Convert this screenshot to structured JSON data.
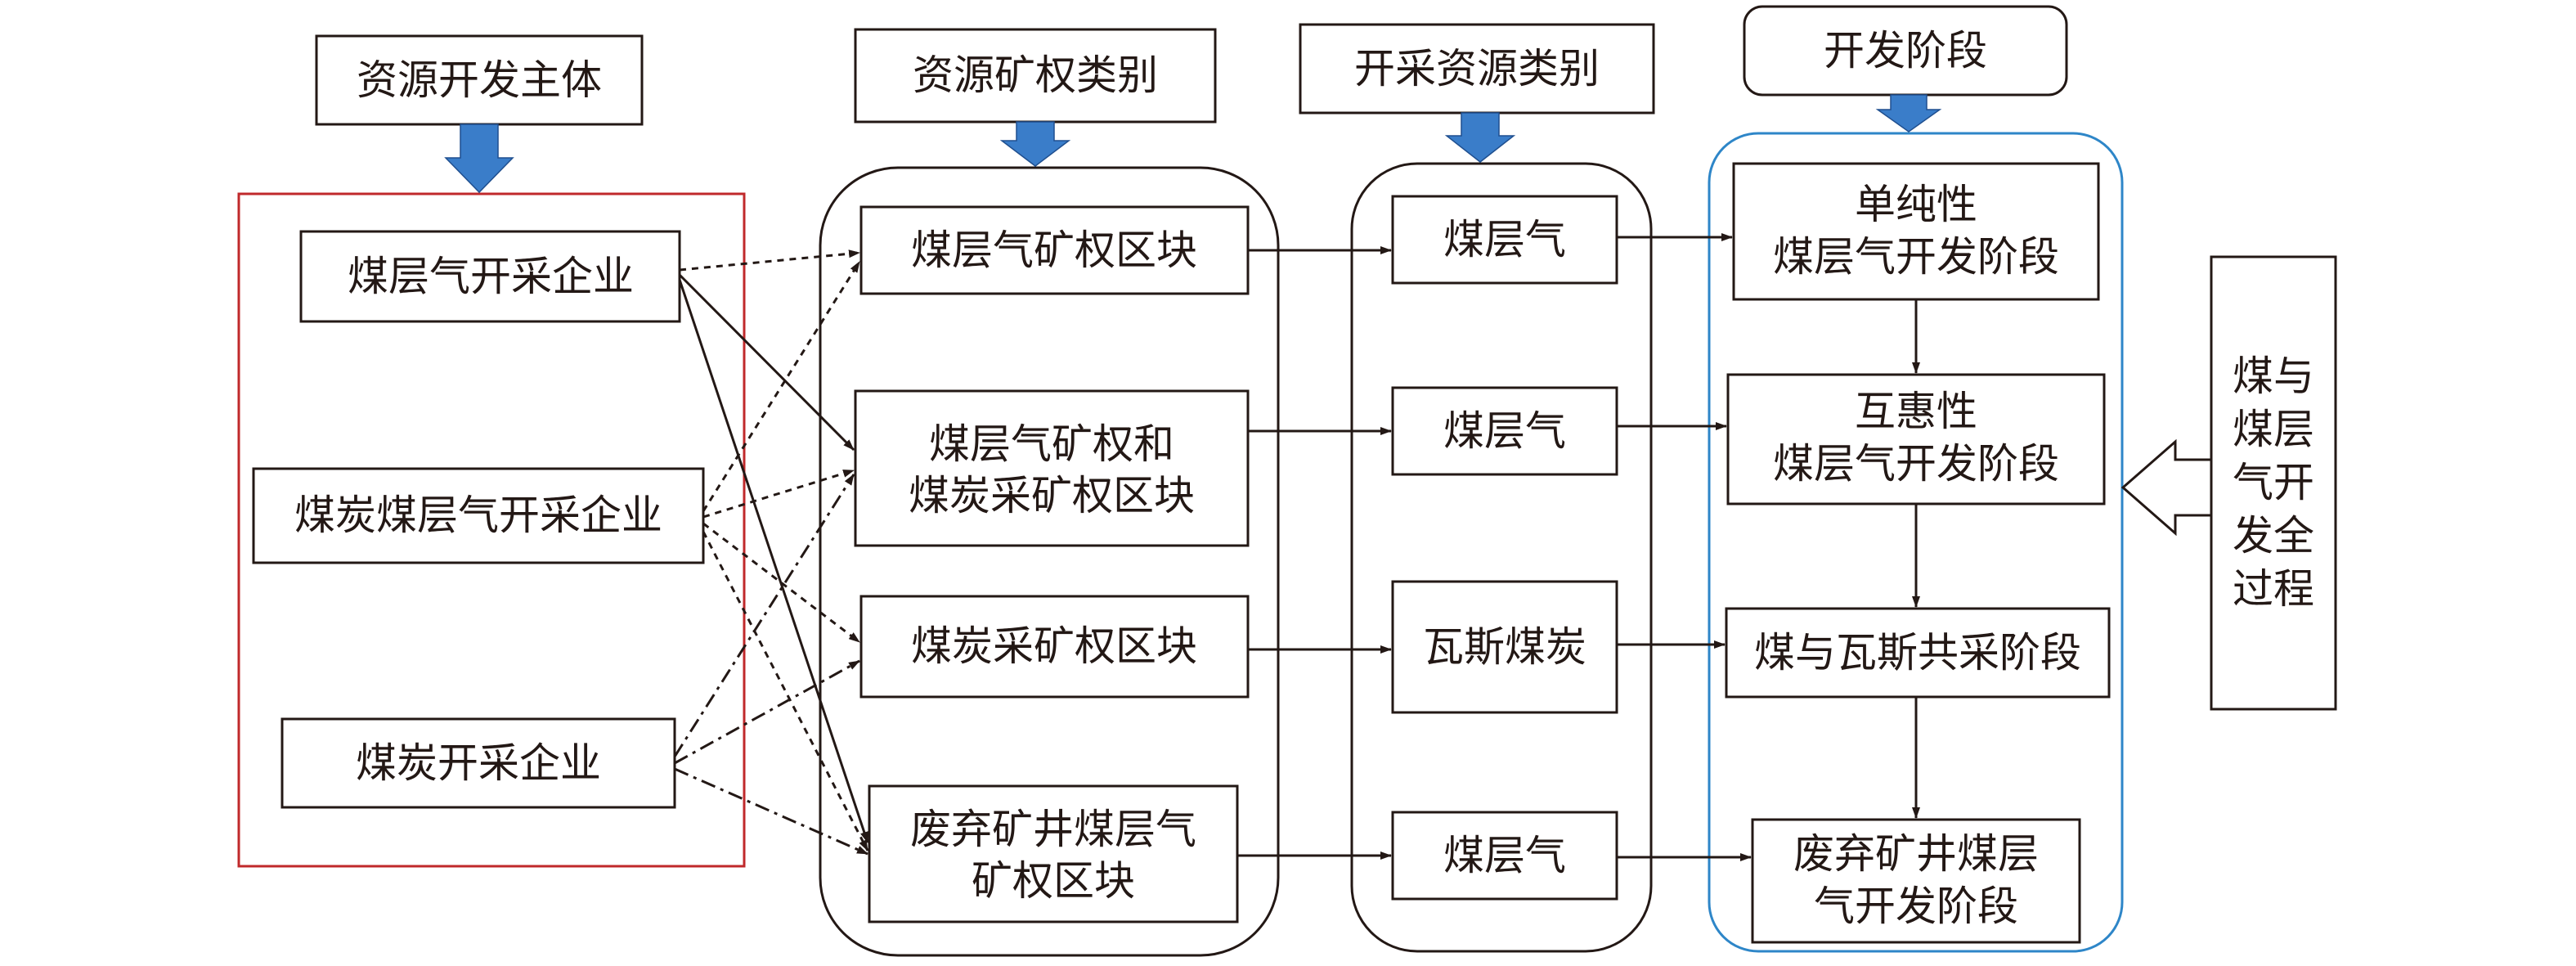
{
  "headers": {
    "subject": "资源开发主体",
    "rights": "资源矿权类别",
    "resource": "开采资源类别",
    "stage": "开发阶段"
  },
  "subjects": {
    "cbm_company": "煤层气开采企业",
    "coal_cbm_company": "煤炭煤层气开采企业",
    "coal_company": "煤炭开采企业"
  },
  "rights": {
    "cbm_block": "煤层气矿权区块",
    "cbm_coal_line1": "煤层气矿权和",
    "cbm_coal_line2": "煤炭采矿权区块",
    "coal_block": "煤炭采矿权区块",
    "abandoned_line1": "废弃矿井煤层气",
    "abandoned_line2": "矿权区块"
  },
  "resources": {
    "r1": "煤层气",
    "r2": "煤层气",
    "r3": "瓦斯煤炭",
    "r4": "煤层气"
  },
  "stages": {
    "s1_line1": "单纯性",
    "s1_line2": "煤层气开发阶段",
    "s2_line1": "互惠性",
    "s2_line2": "煤层气开发阶段",
    "s3": "煤与瓦斯共采阶段",
    "s4_line1": "废弃矿井煤层",
    "s4_line2": "气开发阶段"
  },
  "process": {
    "chars": [
      "煤与",
      "煤层",
      "气开",
      "发全",
      "过程"
    ]
  },
  "colors": {
    "subject_frame": "#c0292b",
    "stage_frame": "#2e86c8",
    "header_arrow": "#3a7dc9",
    "ink": "#231815"
  }
}
